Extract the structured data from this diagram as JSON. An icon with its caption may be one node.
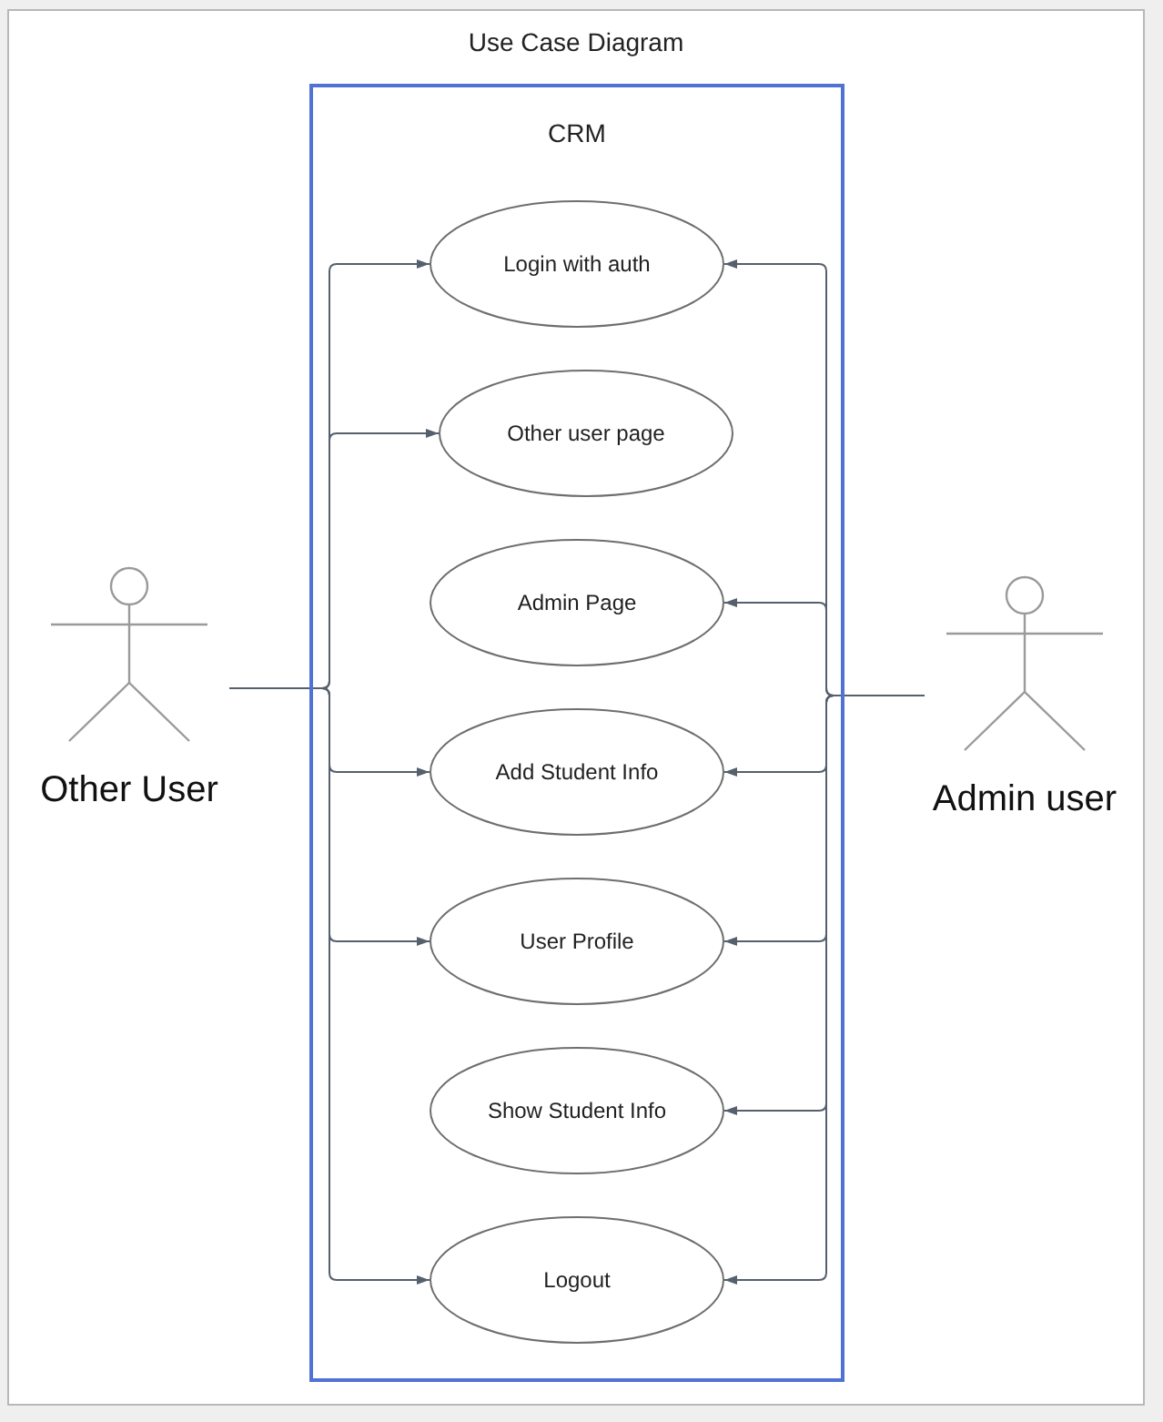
{
  "diagram": {
    "title": "Use Case Diagram",
    "nodes": [
      {
        "text": [
          "CRM"
        ]
      },
      {
        "text": [
          "Login with auth"
        ],
        "in": 0
      },
      {
        "text": [
          "Other user page"
        ],
        "in": 0
      },
      {
        "text": [
          "Admin Page"
        ],
        "in": 0
      },
      {
        "text": [
          "Add Student Info"
        ],
        "in": 0
      },
      {
        "text": [
          "User Profile"
        ],
        "in": 0
      },
      {
        "text": [
          "Show Student Info"
        ],
        "in": 0
      },
      {
        "text": [
          "Logout"
        ],
        "in": 0
      },
      {
        "text": [
          "Other User"
        ]
      },
      {
        "text": [
          "Admin user"
        ]
      }
    ],
    "edges": [
      {
        "from": 8,
        "to": 1,
        "arrow": "to"
      },
      {
        "from": 8,
        "to": 2,
        "arrow": "to"
      },
      {
        "from": 8,
        "to": 4,
        "arrow": "to"
      },
      {
        "from": 8,
        "to": 5,
        "arrow": "to"
      },
      {
        "from": 8,
        "to": 7,
        "arrow": "to"
      },
      {
        "from": 9,
        "to": 1,
        "arrow": "to"
      },
      {
        "from": 9,
        "to": 3,
        "arrow": "to"
      },
      {
        "from": 9,
        "to": 4,
        "arrow": "to"
      },
      {
        "from": 9,
        "to": 5,
        "arrow": "to"
      },
      {
        "from": 9,
        "to": 6,
        "arrow": "to"
      },
      {
        "from": 9,
        "to": 7,
        "arrow": "to"
      }
    ]
  }
}
